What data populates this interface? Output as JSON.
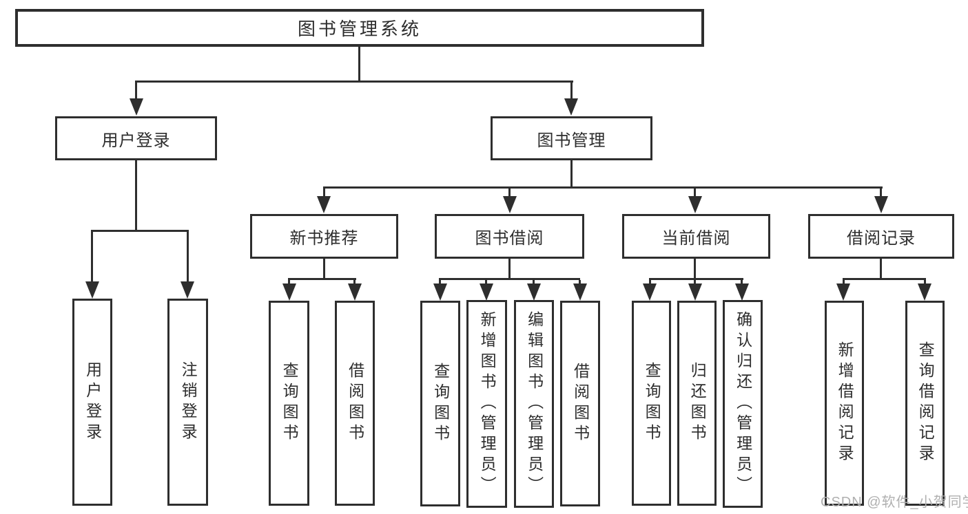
{
  "diagram": {
    "root": {
      "label": "图书管理系统"
    },
    "level2": [
      {
        "label": "用户登录"
      },
      {
        "label": "图书管理"
      }
    ],
    "level3": [
      {
        "label": "新书推荐"
      },
      {
        "label": "图书借阅"
      },
      {
        "label": "当前借阅"
      },
      {
        "label": "借阅记录"
      }
    ],
    "leaves": {
      "user_login": [
        "用户登录",
        "注销登录"
      ],
      "new_book_recommendation": [
        "查询图书",
        "借阅图书"
      ],
      "book_borrowing": [
        "查询图书",
        "新增图书（管理员）",
        "编辑图书（管理员）",
        "借阅图书"
      ],
      "current_borrowing": [
        "查询图书",
        "归还图书",
        "确认归还（管理员）"
      ],
      "borrowing_records": [
        "新增借阅记录",
        "查询借阅记录"
      ]
    },
    "watermark": "CSDN @软件_小贺同学"
  },
  "colors": {
    "line": "#2e2e2e",
    "text": "#2d2d2d",
    "bg": "#ffffff",
    "watermark": "#b0b0b0"
  }
}
